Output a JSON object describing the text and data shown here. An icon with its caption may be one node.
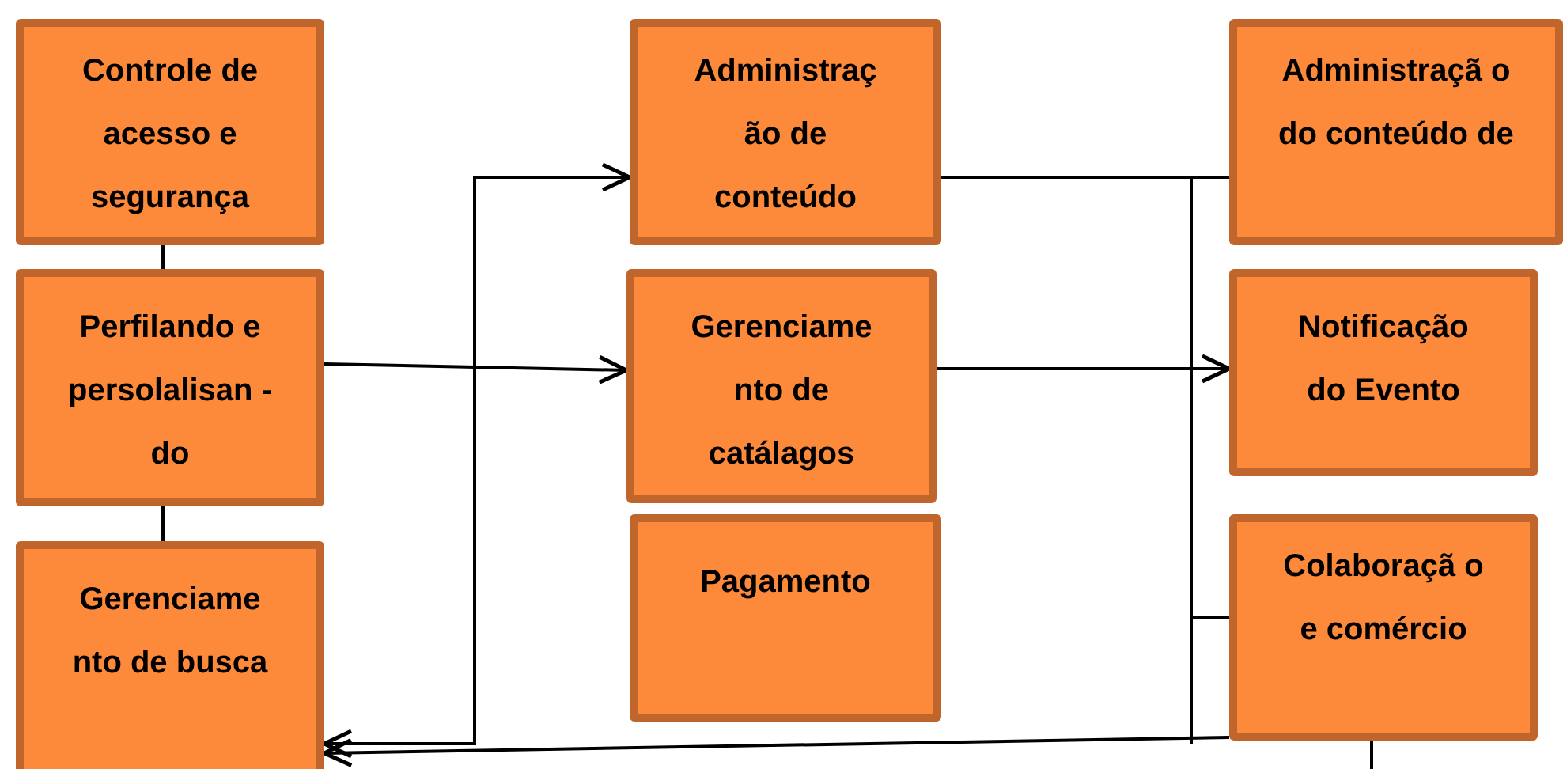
{
  "diagram": {
    "nodes": [
      {
        "text": [
          "Controle de acesso e segurança"
        ]
      },
      {
        "text": [
          "Perfilando e persolalisan -do"
        ]
      },
      {
        "text": [
          "Gerenciame nto de busca"
        ]
      },
      {
        "text": [
          "Administraç ão de conteúdo"
        ]
      },
      {
        "text": [
          "Gerenciame nto de catálagos"
        ]
      },
      {
        "text": [
          "Pagamento"
        ]
      },
      {
        "text": [
          "Administraçã o do conteúdo de"
        ]
      },
      {
        "text": [
          "Notificação do Evento"
        ]
      },
      {
        "text": [
          "Colaboraçã o e comércio"
        ]
      }
    ],
    "edges": [
      {
        "from": 0,
        "to": 1,
        "arrow": "none"
      },
      {
        "from": 1,
        "to": 2,
        "arrow": "none"
      },
      {
        "from": 1,
        "to": 4,
        "arrow": "to"
      },
      {
        "from": 4,
        "to": 7,
        "arrow": "to"
      },
      {
        "from": 2,
        "to": 3,
        "arrow": "both"
      },
      {
        "from": 3,
        "to": 6,
        "arrow": "none"
      },
      {
        "from": 3,
        "to": 8,
        "arrow": "none"
      },
      {
        "from": 8,
        "to": 2,
        "arrow": "to"
      },
      {
        "from": 8,
        "to": null,
        "arrow": "none"
      }
    ]
  }
}
